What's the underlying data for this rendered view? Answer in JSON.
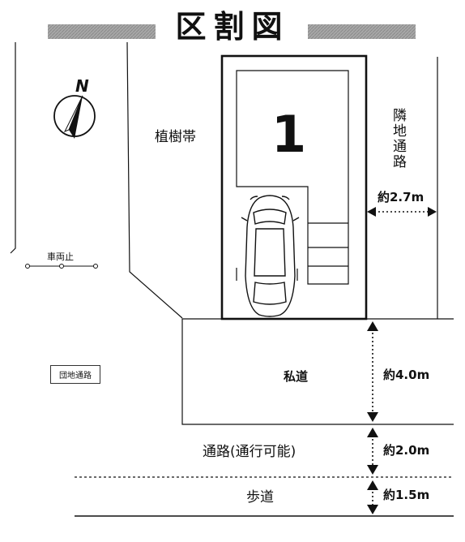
{
  "title": "区割図",
  "lot_number": "1",
  "labels": {
    "planting_strip": "植樹帯",
    "adjacent_passage": "隣地通路",
    "private_road": "私道",
    "passage": "通路(通行可能)",
    "sidewalk": "歩道",
    "no_vehicles": "車両止",
    "estate_passage": "団地通路",
    "north": "N"
  },
  "dimensions": {
    "adjacent_passage_width": "約2.7m",
    "private_road_width": "約4.0m",
    "passage_width": "約2.0m",
    "sidewalk_width": "約1.5m"
  },
  "colors": {
    "line": "#111111",
    "title_bar": "#9a9a9a"
  }
}
